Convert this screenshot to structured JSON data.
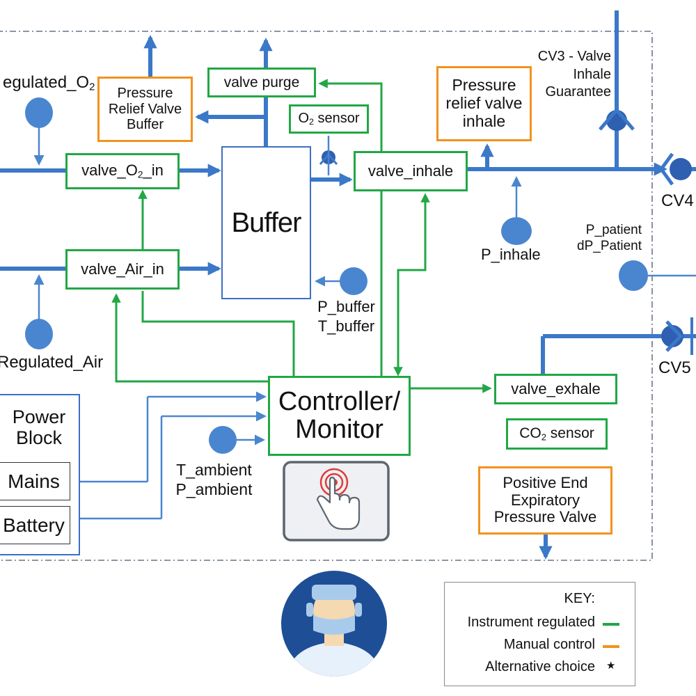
{
  "components": {
    "valve_o2_in": {
      "pre": "valve_O",
      "sub": "2",
      "post": "_in"
    },
    "valve_air_in": "valve_Air_in",
    "valve_purge": "valve purge",
    "o2_sensor": {
      "pre": "O",
      "sub": "2",
      "post": " sensor"
    },
    "buffer": "Buffer",
    "valve_inhale": "valve_inhale",
    "controller": {
      "line1": "Controller/",
      "line2": "Monitor"
    },
    "valve_exhale": "valve_exhale",
    "co2_sensor": {
      "pre": "CO",
      "sub": "2",
      "post": " sensor"
    },
    "prv_buffer": {
      "line1": "Pressure",
      "line2": "Relief Valve",
      "line3": "Buffer"
    },
    "prv_inhale": {
      "line1": "Pressure",
      "line2": "relief valve",
      "line3": "inhale"
    },
    "peep": {
      "line1": "Positive End",
      "line2": "Expiratory",
      "line3": "Pressure Valve"
    },
    "power_block": {
      "line1": "Power",
      "line2": "Block"
    },
    "mains": "Mains",
    "battery": "Battery"
  },
  "sensors": {
    "regulated_o2": {
      "pre": "egulated_O",
      "sub": "2"
    },
    "regulated_air": "Regulated_Air",
    "p_buffer": "P_buffer",
    "t_buffer": "T_buffer",
    "p_inhale": "P_inhale",
    "p_patient": "P_patient",
    "dp_patient": "dP_Patient",
    "t_ambient": "T_ambient",
    "p_ambient": "P_ambient"
  },
  "check_valves": {
    "cv3_line1": "CV3 - Valve",
    "cv3_line2": "Inhale",
    "cv3_line3": "Guarantee",
    "cv4": "CV4",
    "cv5": "CV5"
  },
  "key": {
    "title": "KEY:",
    "items": [
      {
        "label": "Instrument regulated",
        "color": "#22a745",
        "marker": "line"
      },
      {
        "label": "Manual control",
        "color": "#f2921f",
        "marker": "line"
      },
      {
        "label": "Alternative choice",
        "color": "#111111",
        "marker": "★"
      }
    ]
  },
  "icons": [
    "touch-screen-icon",
    "operator-avatar-icon"
  ],
  "colors": {
    "instrument": "#22a745",
    "manual": "#f2921f",
    "flow": "#3b78c8",
    "sensor": "#4a86cf"
  }
}
